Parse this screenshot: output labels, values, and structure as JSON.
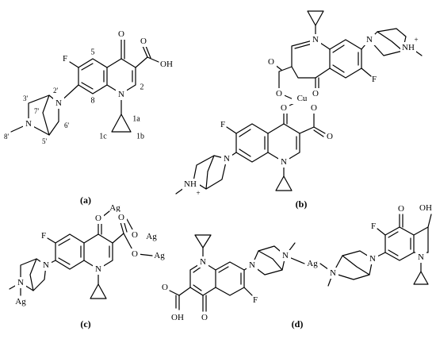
{
  "panel_a": {
    "caption": "(a)",
    "atoms": {
      "o_top": "O",
      "f": "F",
      "oh": "OH",
      "n1": "N",
      "n_bridge": "N",
      "n_methyl": "N",
      "o_carboxyl": "O"
    },
    "numbering": {
      "c5": "5",
      "c8": "8",
      "c2": "2",
      "c1a": "1a",
      "c1b": "1b",
      "c1c": "1c",
      "c2p": "2'",
      "c3p": "3'",
      "c7p": "7'",
      "c6p": "6'",
      "c5p": "5'",
      "c8p": "8'"
    }
  },
  "panel_b": {
    "caption": "(b)",
    "atoms": {
      "cu": "Cu",
      "f_top": "F",
      "f_bottom": "F",
      "n_top": "N",
      "n_bottom": "N",
      "nh_top": "NH",
      "nh_bottom": "NH",
      "plus": "+",
      "o": "O"
    }
  },
  "panel_c": {
    "caption": "(c)",
    "atoms": {
      "ag": "Ag",
      "f": "F",
      "n": "N",
      "o": "O"
    }
  },
  "panel_d": {
    "caption": "(d)",
    "atoms": {
      "ag": "Ag",
      "f": "F",
      "oh": "OH",
      "n": "N",
      "o": "O"
    }
  }
}
